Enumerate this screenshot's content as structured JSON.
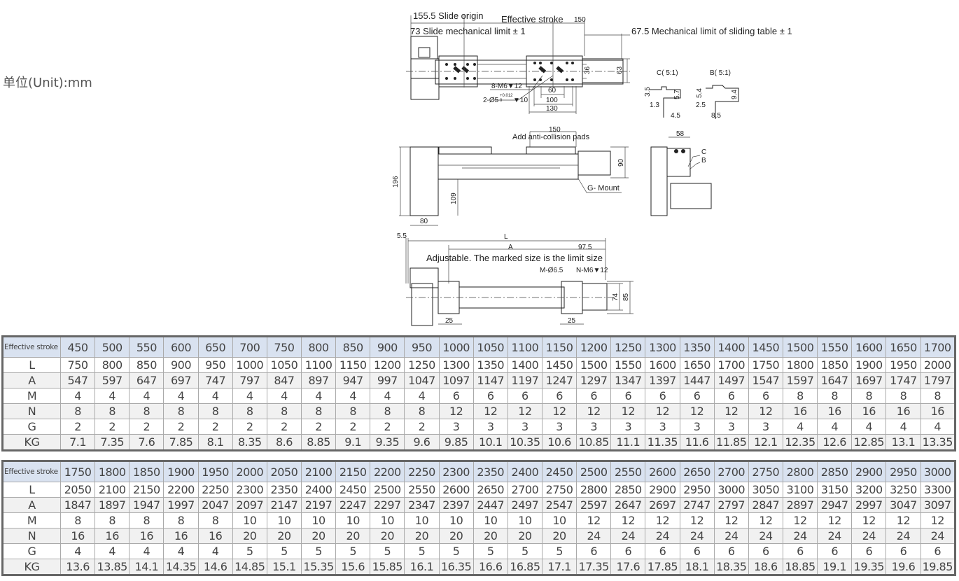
{
  "unit_label": "单位(Unit):mm",
  "drawing": {
    "top_view": {
      "slide_origin": "155.5 Slide origin",
      "effective_stroke": "Effective stroke",
      "dim_150": "150",
      "slide_mech_limit": "73 Slide mechanical limit ± 1",
      "table_mech_limit": "67.5 Mechanical limit of sliding table ± 1",
      "holes_m6": "8-M6▼12",
      "pin_holes": "2-Ø5",
      "pin_tol": "+0.012",
      "pin_tol_low": "0",
      "pin_depth": "▼10",
      "dim_60": "60",
      "dim_100": "100",
      "dim_130": "130",
      "dim_36": "36",
      "dim_63": "63"
    },
    "detail_c": {
      "title": "C( 5:1)",
      "d1": "3.5",
      "d2": "5.7",
      "d3": "1.3",
      "d4": "4.5"
    },
    "detail_b": {
      "title": "B( 5:1)",
      "d1": "5.4",
      "d2": "9.4",
      "d3": "2.5",
      "d4": "8.5"
    },
    "front_view": {
      "dim_150": "150",
      "pads": "Add anti-collision pads",
      "dim_196": "196",
      "dim_90": "90",
      "dim_109": "109",
      "dim_80": "80",
      "mount": "G- Mount"
    },
    "side_view": {
      "dim_58": "58",
      "c": "C",
      "b": "B"
    },
    "bottom_view": {
      "dim_5_5": "5.5",
      "L": "L",
      "A": "A",
      "dim_97_5": "97.5",
      "adjustable": "Adjustable. The marked size is the limit size",
      "m_holes": "M-Ø6.5",
      "n_holes": "N-M6▼12",
      "dim_74": "74",
      "dim_85": "85",
      "dim_25a": "25",
      "dim_25b": "25"
    }
  },
  "tables": [
    {
      "rows": [
        {
          "label": "Effective stroke",
          "values": [
            "450",
            "500",
            "550",
            "600",
            "650",
            "700",
            "750",
            "800",
            "850",
            "900",
            "950",
            "1000",
            "1050",
            "1100",
            "1150",
            "1200",
            "1250",
            "1300",
            "1350",
            "1400",
            "1450",
            "1500",
            "1550",
            "1600",
            "1650",
            "1700"
          ]
        },
        {
          "label": "L",
          "values": [
            "750",
            "800",
            "850",
            "900",
            "950",
            "1000",
            "1050",
            "1100",
            "1150",
            "1200",
            "1250",
            "1300",
            "1350",
            "1400",
            "1450",
            "1500",
            "1550",
            "1600",
            "1650",
            "1700",
            "1750",
            "1800",
            "1850",
            "1900",
            "1950",
            "2000"
          ]
        },
        {
          "label": "A",
          "values": [
            "547",
            "597",
            "647",
            "697",
            "747",
            "797",
            "847",
            "897",
            "947",
            "997",
            "1047",
            "1097",
            "1147",
            "1197",
            "1247",
            "1297",
            "1347",
            "1397",
            "1447",
            "1497",
            "1547",
            "1597",
            "1647",
            "1697",
            "1747",
            "1797"
          ]
        },
        {
          "label": "M",
          "values": [
            "4",
            "4",
            "4",
            "4",
            "4",
            "4",
            "4",
            "4",
            "4",
            "4",
            "4",
            "6",
            "6",
            "6",
            "6",
            "6",
            "6",
            "6",
            "6",
            "6",
            "6",
            "8",
            "8",
            "8",
            "8",
            "8"
          ]
        },
        {
          "label": "N",
          "values": [
            "8",
            "8",
            "8",
            "8",
            "8",
            "8",
            "8",
            "8",
            "8",
            "8",
            "8",
            "12",
            "12",
            "12",
            "12",
            "12",
            "12",
            "12",
            "12",
            "12",
            "12",
            "16",
            "16",
            "16",
            "16",
            "16"
          ]
        },
        {
          "label": "G",
          "values": [
            "2",
            "2",
            "2",
            "2",
            "2",
            "2",
            "2",
            "2",
            "2",
            "2",
            "2",
            "3",
            "3",
            "3",
            "3",
            "3",
            "3",
            "3",
            "3",
            "3",
            "3",
            "4",
            "4",
            "4",
            "4",
            "4"
          ]
        },
        {
          "label": "KG",
          "values": [
            "7.1",
            "7.35",
            "7.6",
            "7.85",
            "8.1",
            "8.35",
            "8.6",
            "8.85",
            "9.1",
            "9.35",
            "9.6",
            "9.85",
            "10.1",
            "10.35",
            "10.6",
            "10.85",
            "11.1",
            "11.35",
            "11.6",
            "11.85",
            "12.1",
            "12.35",
            "12.6",
            "12.85",
            "13.1",
            "13.35"
          ]
        }
      ]
    },
    {
      "rows": [
        {
          "label": "Effective stroke",
          "values": [
            "1750",
            "1800",
            "1850",
            "1900",
            "1950",
            "2000",
            "2050",
            "2100",
            "2150",
            "2200",
            "2250",
            "2300",
            "2350",
            "2400",
            "2450",
            "2500",
            "2550",
            "2600",
            "2650",
            "2700",
            "2750",
            "2800",
            "2850",
            "2900",
            "2950",
            "3000"
          ]
        },
        {
          "label": "L",
          "values": [
            "2050",
            "2100",
            "2150",
            "2200",
            "2250",
            "2300",
            "2350",
            "2400",
            "2450",
            "2500",
            "2550",
            "2600",
            "2650",
            "2700",
            "2750",
            "2800",
            "2850",
            "2900",
            "2950",
            "3000",
            "3050",
            "3100",
            "3150",
            "3200",
            "3250",
            "3300"
          ]
        },
        {
          "label": "A",
          "values": [
            "1847",
            "1897",
            "1947",
            "1997",
            "2047",
            "2097",
            "2147",
            "2197",
            "2247",
            "2297",
            "2347",
            "2397",
            "2447",
            "2497",
            "2547",
            "2597",
            "2647",
            "2697",
            "2747",
            "2797",
            "2847",
            "2897",
            "2947",
            "2997",
            "3047",
            "3097"
          ]
        },
        {
          "label": "M",
          "values": [
            "8",
            "8",
            "8",
            "8",
            "8",
            "10",
            "10",
            "10",
            "10",
            "10",
            "10",
            "10",
            "10",
            "10",
            "10",
            "12",
            "12",
            "12",
            "12",
            "12",
            "12",
            "12",
            "12",
            "12",
            "12",
            "12"
          ]
        },
        {
          "label": "N",
          "values": [
            "16",
            "16",
            "16",
            "16",
            "16",
            "20",
            "20",
            "20",
            "20",
            "20",
            "20",
            "20",
            "20",
            "20",
            "20",
            "24",
            "24",
            "24",
            "24",
            "24",
            "24",
            "24",
            "24",
            "24",
            "24",
            "24"
          ]
        },
        {
          "label": "G",
          "values": [
            "4",
            "4",
            "4",
            "4",
            "4",
            "5",
            "5",
            "5",
            "5",
            "5",
            "5",
            "5",
            "5",
            "5",
            "5",
            "6",
            "6",
            "6",
            "6",
            "6",
            "6",
            "6",
            "6",
            "6",
            "6",
            "6"
          ]
        },
        {
          "label": "KG",
          "values": [
            "13.6",
            "13.85",
            "14.1",
            "14.35",
            "14.6",
            "14.85",
            "15.1",
            "15.35",
            "15.6",
            "15.85",
            "16.1",
            "16.35",
            "16.6",
            "16.85",
            "17.1",
            "17.35",
            "17.6",
            "17.85",
            "18.1",
            "18.35",
            "18.6",
            "18.85",
            "19.1",
            "19.35",
            "19.6",
            "19.85"
          ]
        }
      ]
    }
  ]
}
